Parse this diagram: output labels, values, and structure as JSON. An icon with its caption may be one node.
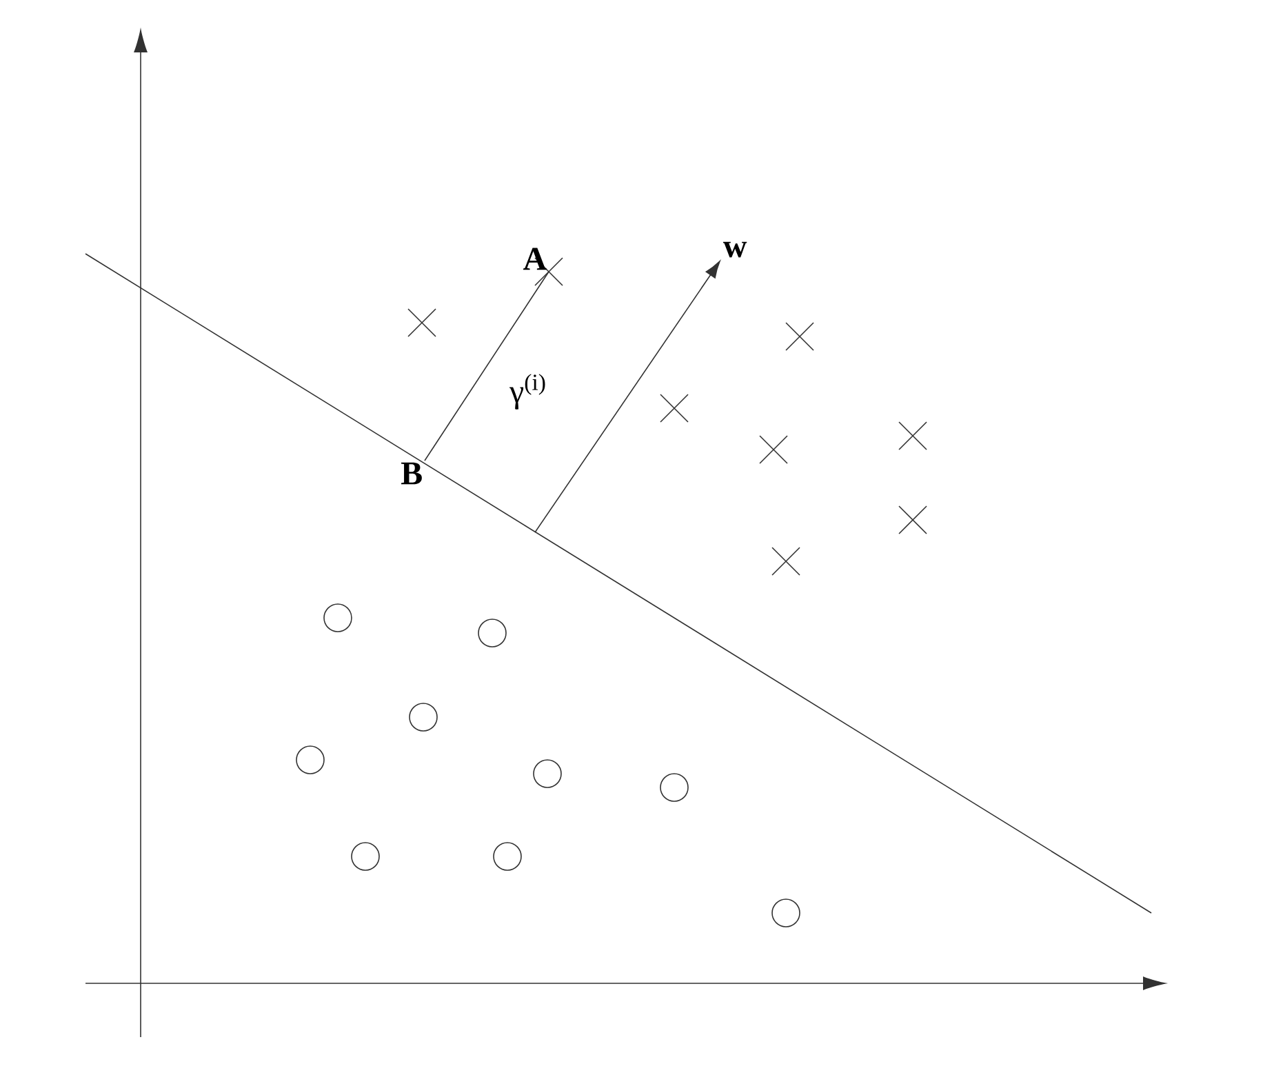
{
  "diagram": {
    "nodes": [
      {
        "text": [
          "A"
        ]
      },
      {
        "text": [
          "B"
        ]
      },
      {
        "text": [
          "w"
        ]
      }
    ],
    "edges": [
      {
        "from": 1,
        "to": 0,
        "arrow": "none",
        "label": "γ$^{(i)}$"
      },
      {
        "from": null,
        "to": 2,
        "arrow": "to"
      }
    ]
  }
}
